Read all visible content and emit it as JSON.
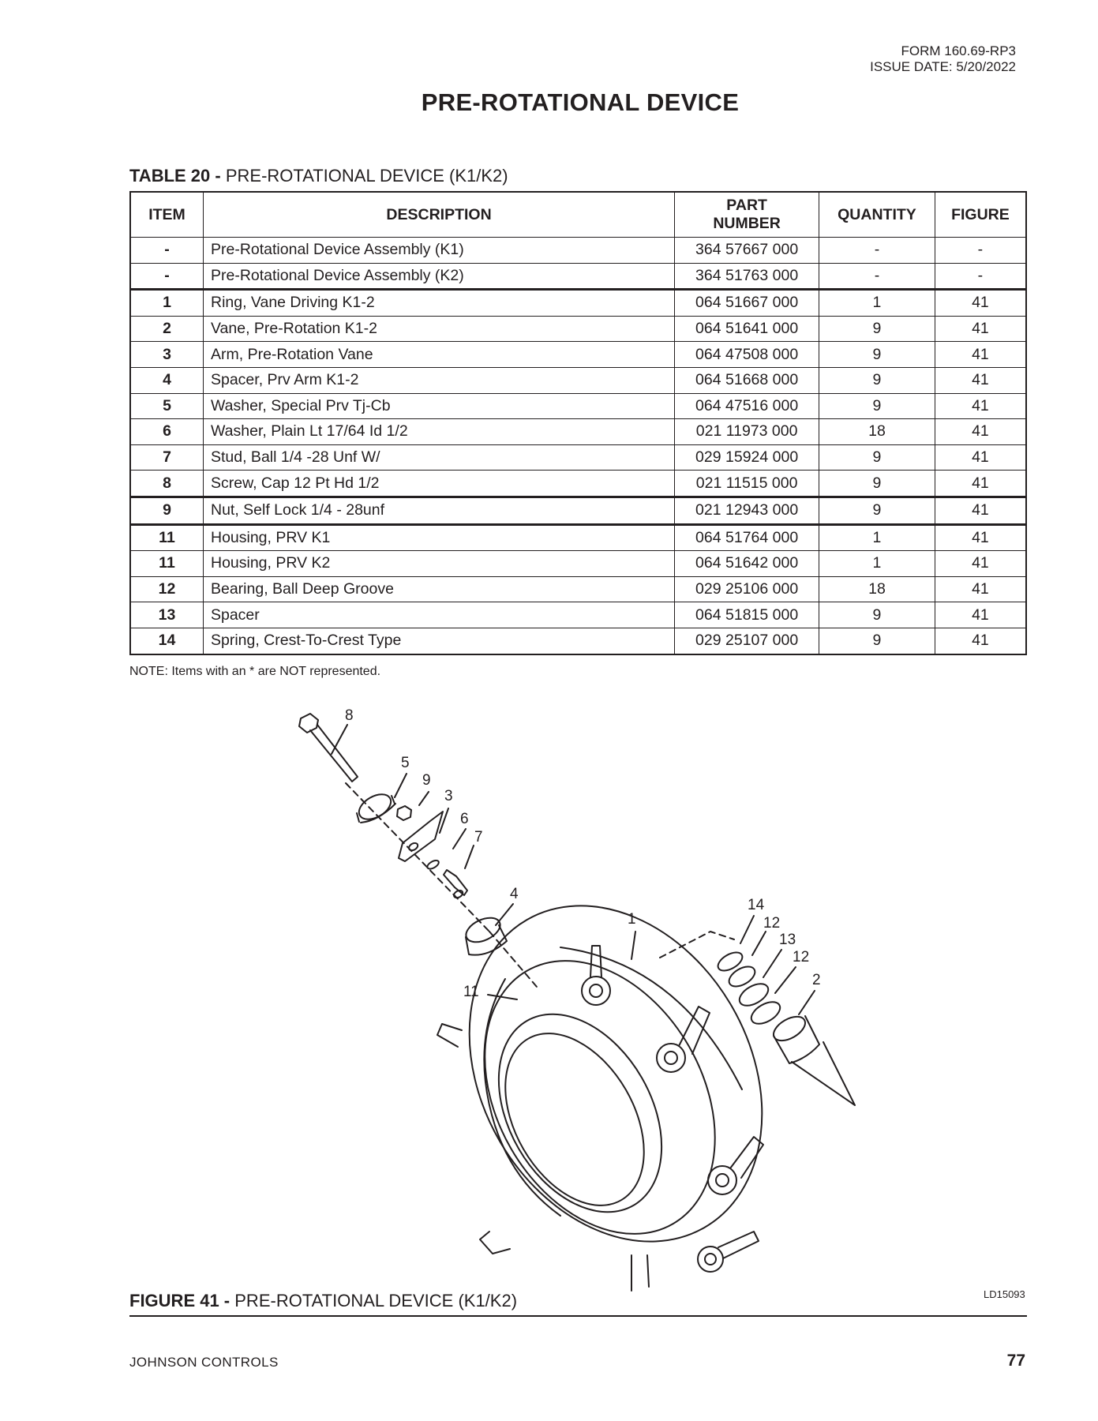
{
  "header": {
    "form": "FORM 160.69-RP3",
    "issue_date": "ISSUE DATE: 5/20/2022"
  },
  "page_title": "PRE-ROTATIONAL DEVICE",
  "table": {
    "caption_bold": "TABLE 20 -",
    "caption_text": " PRE-ROTATIONAL DEVICE (K1/K2)",
    "headers": {
      "item": "ITEM",
      "description": "DESCRIPTION",
      "part_number_line1": "PART",
      "part_number_line2": "NUMBER",
      "quantity": "QUANTITY",
      "figure": "FIGURE"
    },
    "rows": [
      {
        "item": "-",
        "description": "Pre-Rotational Device Assembly (K1)",
        "part": "364 57667 000",
        "qty": "-",
        "figure": "-"
      },
      {
        "item": "-",
        "description": "Pre-Rotational Device Assembly (K2)",
        "part": "364 51763 000",
        "qty": "-",
        "figure": "-"
      },
      {
        "item": "1",
        "description": "Ring, Vane Driving K1-2",
        "part": "064 51667 000",
        "qty": "1",
        "figure": "41"
      },
      {
        "item": "2",
        "description": "Vane, Pre-Rotation K1-2",
        "part": "064 51641 000",
        "qty": "9",
        "figure": "41"
      },
      {
        "item": "3",
        "description": "Arm, Pre-Rotation Vane",
        "part": "064 47508 000",
        "qty": "9",
        "figure": "41"
      },
      {
        "item": "4",
        "description": "Spacer, Prv Arm K1-2",
        "part": "064 51668 000",
        "qty": "9",
        "figure": "41"
      },
      {
        "item": "5",
        "description": "Washer, Special Prv Tj-Cb",
        "part": "064 47516 000",
        "qty": "9",
        "figure": "41"
      },
      {
        "item": "6",
        "description": "Washer, Plain Lt 17/64 Id 1/2",
        "part": "021 11973 000",
        "qty": "18",
        "figure": "41"
      },
      {
        "item": "7",
        "description": "Stud, Ball 1/4 -28 Unf W/",
        "part": "029 15924 000",
        "qty": "9",
        "figure": "41"
      },
      {
        "item": "8",
        "description": "Screw, Cap 12 Pt Hd 1/2",
        "part": "021 11515 000",
        "qty": "9",
        "figure": "41"
      },
      {
        "item": "9",
        "description": "Nut, Self Lock 1/4 - 28unf",
        "part": "021 12943 000",
        "qty": "9",
        "figure": "41"
      },
      {
        "item": "11",
        "description": "Housing, PRV K1",
        "part": "064 51764 000",
        "qty": "1",
        "figure": "41"
      },
      {
        "item": "11",
        "description": "Housing, PRV K2",
        "part": "064 51642 000",
        "qty": "1",
        "figure": "41"
      },
      {
        "item": "12",
        "description": "Bearing, Ball Deep Groove",
        "part": "029 25106 000",
        "qty": "18",
        "figure": "41"
      },
      {
        "item": "13",
        "description": "Spacer",
        "part": "064 51815 000",
        "qty": "9",
        "figure": "41"
      },
      {
        "item": "14",
        "description": "Spring, Crest-To-Crest Type",
        "part": "029 25107 000",
        "qty": "9",
        "figure": "41"
      }
    ]
  },
  "note": "NOTE: Items with an * are NOT represented.",
  "figure": {
    "callouts": {
      "c8": "8",
      "c5": "5",
      "c9": "9",
      "c3": "3",
      "c6": "6",
      "c7": "7",
      "c4": "4",
      "c1": "1",
      "c11": "11",
      "c14": "14",
      "c12a": "12",
      "c13": "13",
      "c12b": "12",
      "c2": "2"
    },
    "caption_bold": "FIGURE 41 -",
    "caption_text": " PRE-ROTATIONAL DEVICE (K1/K2)",
    "drawing_code": "LD15093"
  },
  "footer": {
    "company": "JOHNSON CONTROLS",
    "page_number": "77"
  }
}
